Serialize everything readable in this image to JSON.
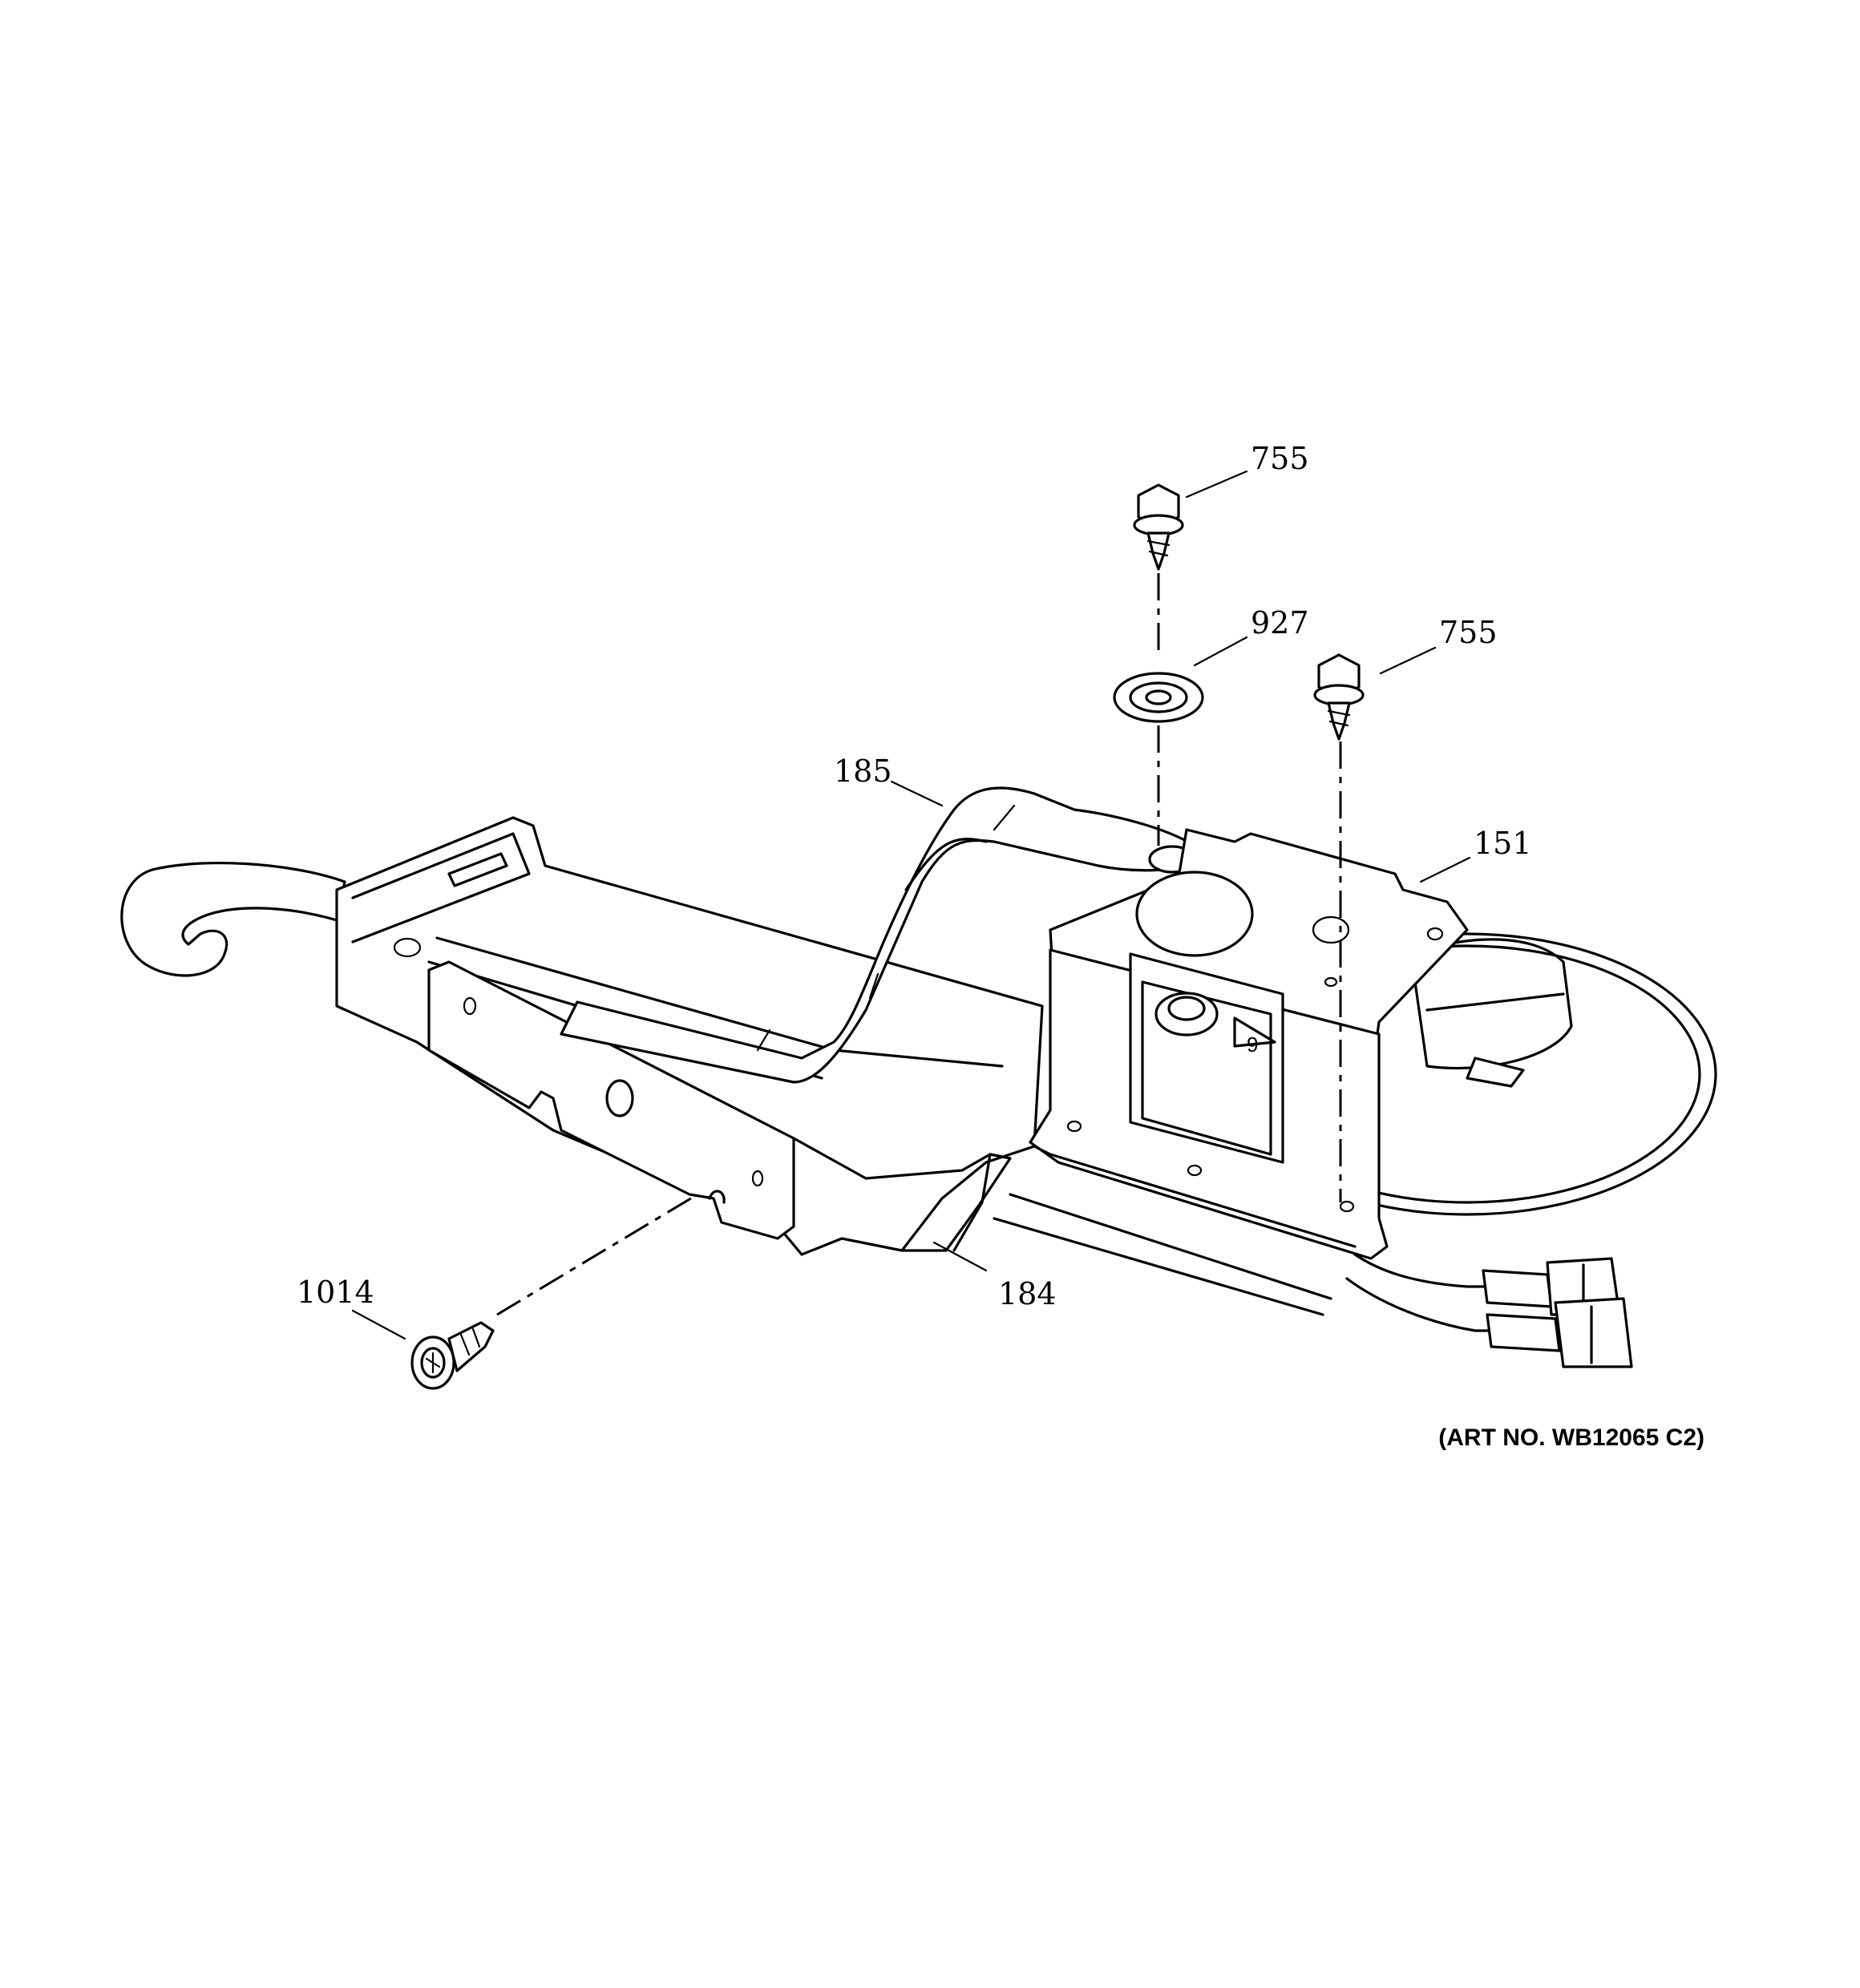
{
  "callouts": {
    "c755_top": "755",
    "c927": "927",
    "c755_right": "755",
    "c185": "185",
    "c151": "151",
    "c184": "184",
    "c1014": "1014"
  },
  "art_number": "(ART NO. WB12065 C2)"
}
